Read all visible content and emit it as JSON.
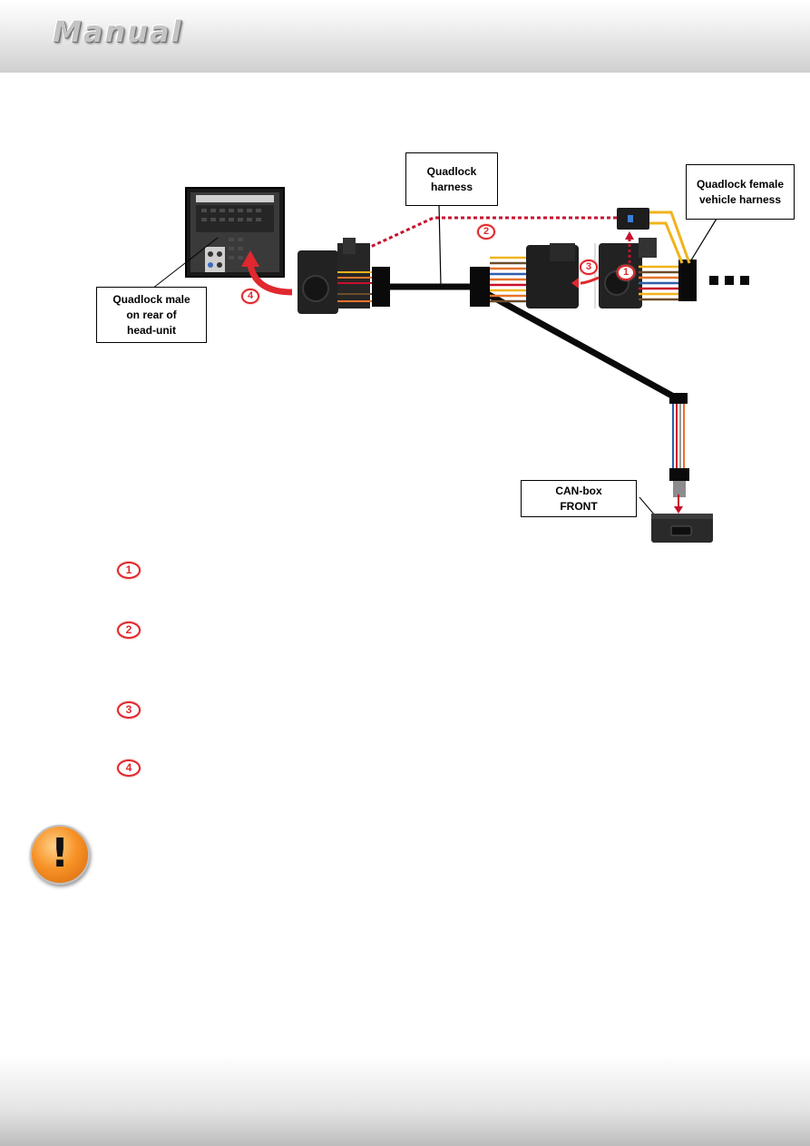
{
  "header": {
    "brand": "Manual"
  },
  "diagram": {
    "labels": {
      "quadlock_harness": [
        "Quadlock",
        "harness"
      ],
      "quadlock_female": [
        "Quadlock female",
        "vehicle harness"
      ],
      "quadlock_male": [
        "Quadlock male",
        "on rear of",
        "head-unit"
      ],
      "canbox": [
        "CAN-box",
        "FRONT"
      ]
    },
    "markers": [
      "1",
      "2",
      "3",
      "4"
    ]
  },
  "steps": [
    {
      "number": "1"
    },
    {
      "number": "2"
    },
    {
      "number": "3"
    },
    {
      "number": "4"
    }
  ],
  "warning": {
    "icon": "exclamation-icon",
    "symbol": "!"
  },
  "colors": {
    "accent_red": "#e0282e",
    "cable_black": "#0a0a0a",
    "wire_yellow": "#f1b31c"
  }
}
